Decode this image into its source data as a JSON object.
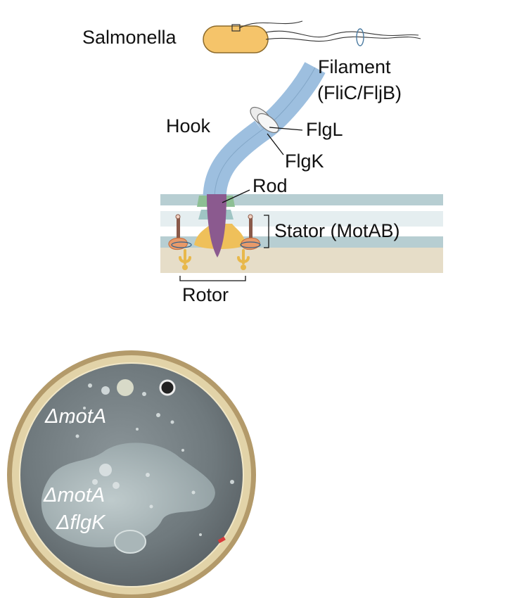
{
  "diagram": {
    "organism_label": "Salmonella",
    "filament_label": "Filament",
    "filament_proteins": "(FliC/FljB)",
    "hook_label": "Hook",
    "flgl_label": "FlgL",
    "flgk_label": "FlgK",
    "rod_label": "Rod",
    "stator_label": "Stator (MotAB)",
    "rotor_label": "Rotor"
  },
  "plate": {
    "strain_1": "ΔmotA",
    "strain_2_line1": "ΔmotA",
    "strain_2_line2": "ΔflgK"
  },
  "colors": {
    "cell_body": "#f5c46a",
    "filament": "#9dbfdf",
    "rod": "#8b5a8f",
    "membrane": "#b7ced2",
    "periplasm": "#e5eef0",
    "cytoplasm": "#e6ddc8",
    "lring": "#8dbf94",
    "pring": "#9fc5c4",
    "msring": "#efc05a",
    "stator": "#e89a6a",
    "agar": "#7f8a8e",
    "plate_rim": "#d9c79c"
  }
}
